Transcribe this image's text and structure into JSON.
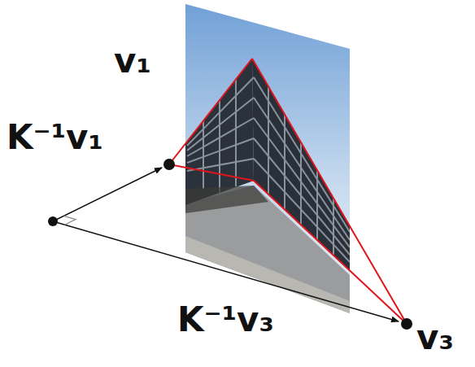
{
  "diagram": {
    "labels": [
      "v₁",
      "K⁻¹v₁",
      "K⁻¹v₃",
      "v₃"
    ]
  }
}
